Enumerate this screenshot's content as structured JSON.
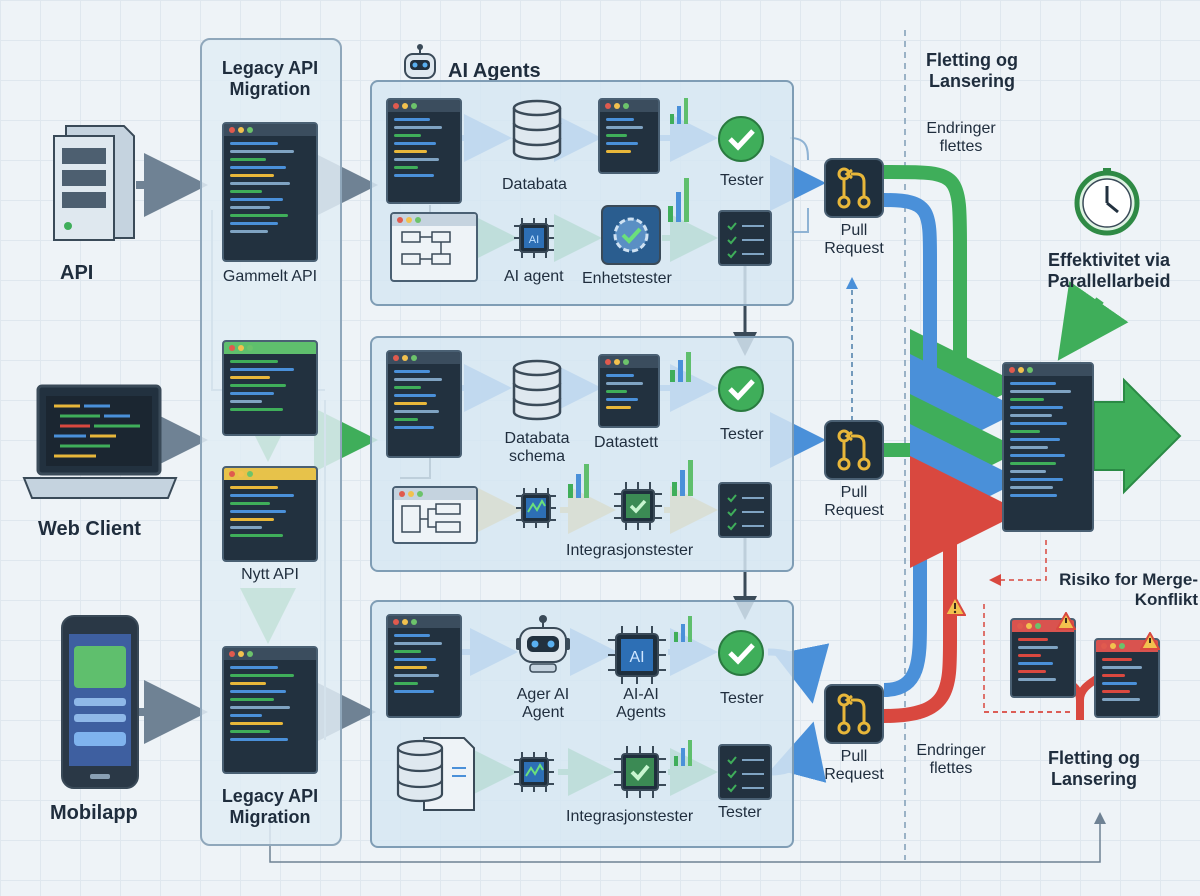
{
  "sources": {
    "api": "API",
    "web_client": "Web Client",
    "mobilapp": "Mobilapp"
  },
  "legacy": {
    "title_top": "Legacy API Migration",
    "title_bottom": "Legacy API Migration",
    "old_api": "Gammelt API",
    "new_api": "Nytt API"
  },
  "agents_header": "AI Agents",
  "lane1": {
    "database": "Databata",
    "tester": "Tester",
    "ai_agent": "AI agent",
    "unit_tests": "Enhetstester"
  },
  "lane2": {
    "schema": "Databata schema",
    "dataset": "Datastett",
    "tester": "Tester",
    "integration": "Integrasjonstester"
  },
  "lane3": {
    "ager_agent": "Ager AI Agent",
    "ai_agents": "AI-AI Agents",
    "tester_top": "Tester",
    "integration": "Integrasjonstester",
    "tester_bottom": "Tester",
    "chip_label": "AI"
  },
  "pull_requests": [
    "Pull Request",
    "Pull Request",
    "Pull Request"
  ],
  "merge": {
    "header": "Fletting og Lansering",
    "changes_top": "Endringer flettes",
    "changes_bottom": "Endringer flettes",
    "efficiency": "Effektivitet via Parallellarbeid",
    "risk": "Risiko for Merge-Konflikt",
    "footer": "Fletting og Lansering"
  },
  "colors": {
    "blue": "#4a90d9",
    "green": "#3fae5a",
    "yellow": "#e8b73a",
    "red": "#d9483f",
    "dark": "#22313f"
  }
}
